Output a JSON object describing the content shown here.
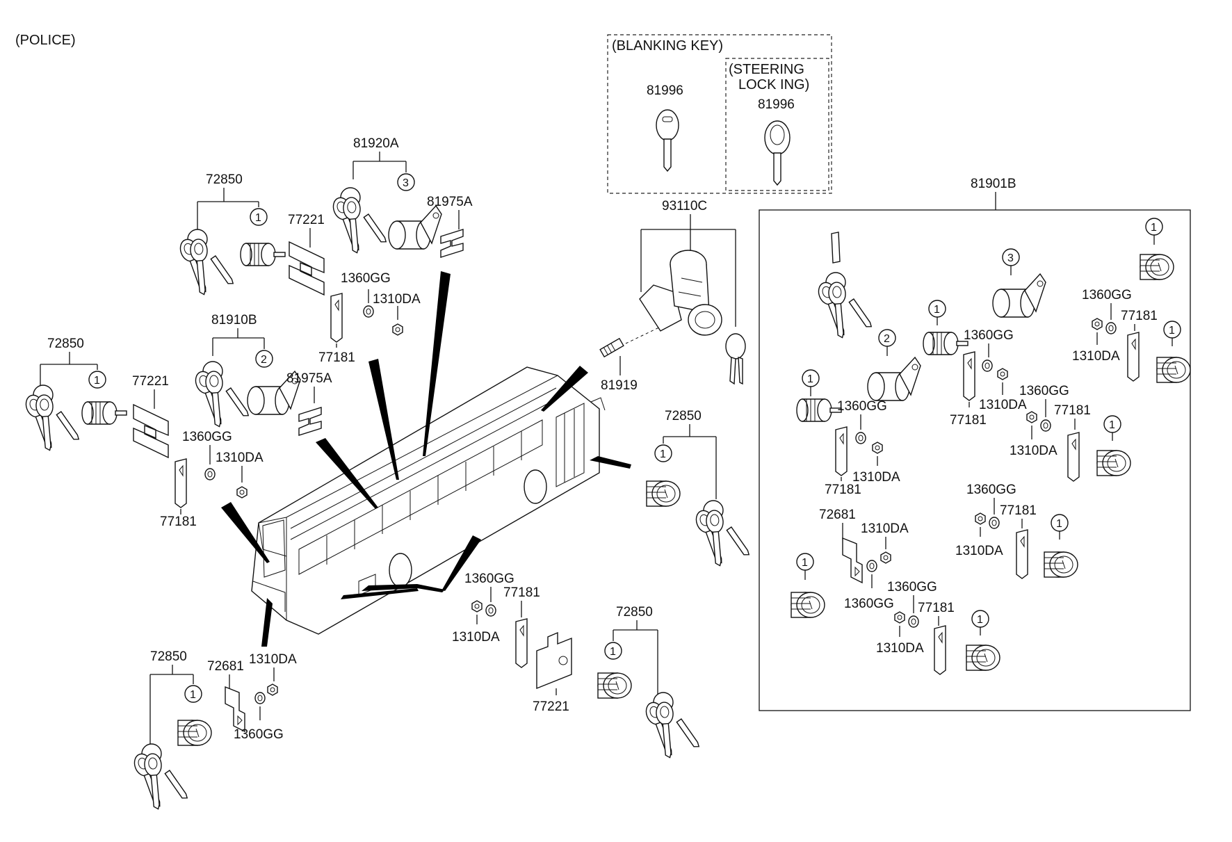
{
  "colors": {
    "line": "#111111",
    "background": "#ffffff"
  },
  "header": {
    "variant": "(POLICE)"
  },
  "blanking_key": {
    "title": "(BLANKING KEY)",
    "steering_line1": "(STEERING",
    "steering_line2": "LOCK  ING)",
    "key_part": "81996",
    "steering_key_part": "81996"
  },
  "ignition": {
    "part": "93110C",
    "cylinder": "81919"
  },
  "top_group": {
    "set": "81920A",
    "circle": "3",
    "clip": "81975A"
  },
  "mid_group": {
    "set": "81910B",
    "circle": "2",
    "clip": "81975A"
  },
  "left_top": {
    "set": "72850",
    "circle": "1",
    "plate": "77221",
    "washer": "1360GG",
    "nut": "1310DA",
    "bracket": "77181"
  },
  "left_mid": {
    "set": "72850",
    "circle": "1",
    "plate": "77221",
    "washer": "1360GG",
    "nut": "1310DA",
    "bracket": "77181"
  },
  "right_side": {
    "set": "72850",
    "circle": "1"
  },
  "bottom_left": {
    "set": "72850",
    "circle": "1",
    "plate": "72681",
    "nut": "1310DA",
    "washer": "1360GG"
  },
  "bottom_mid": {
    "washer": "1360GG",
    "bracket": "77181",
    "nut": "1310DA",
    "plate": "77221"
  },
  "bottom_right": {
    "set": "72850",
    "circle": "1"
  },
  "kit": {
    "title": "81901B",
    "circle1": "1",
    "circle2": "2",
    "circle3": "3",
    "washer": "1360GG",
    "nut": "1310DA",
    "bracket": "77181",
    "plate": "72681"
  }
}
